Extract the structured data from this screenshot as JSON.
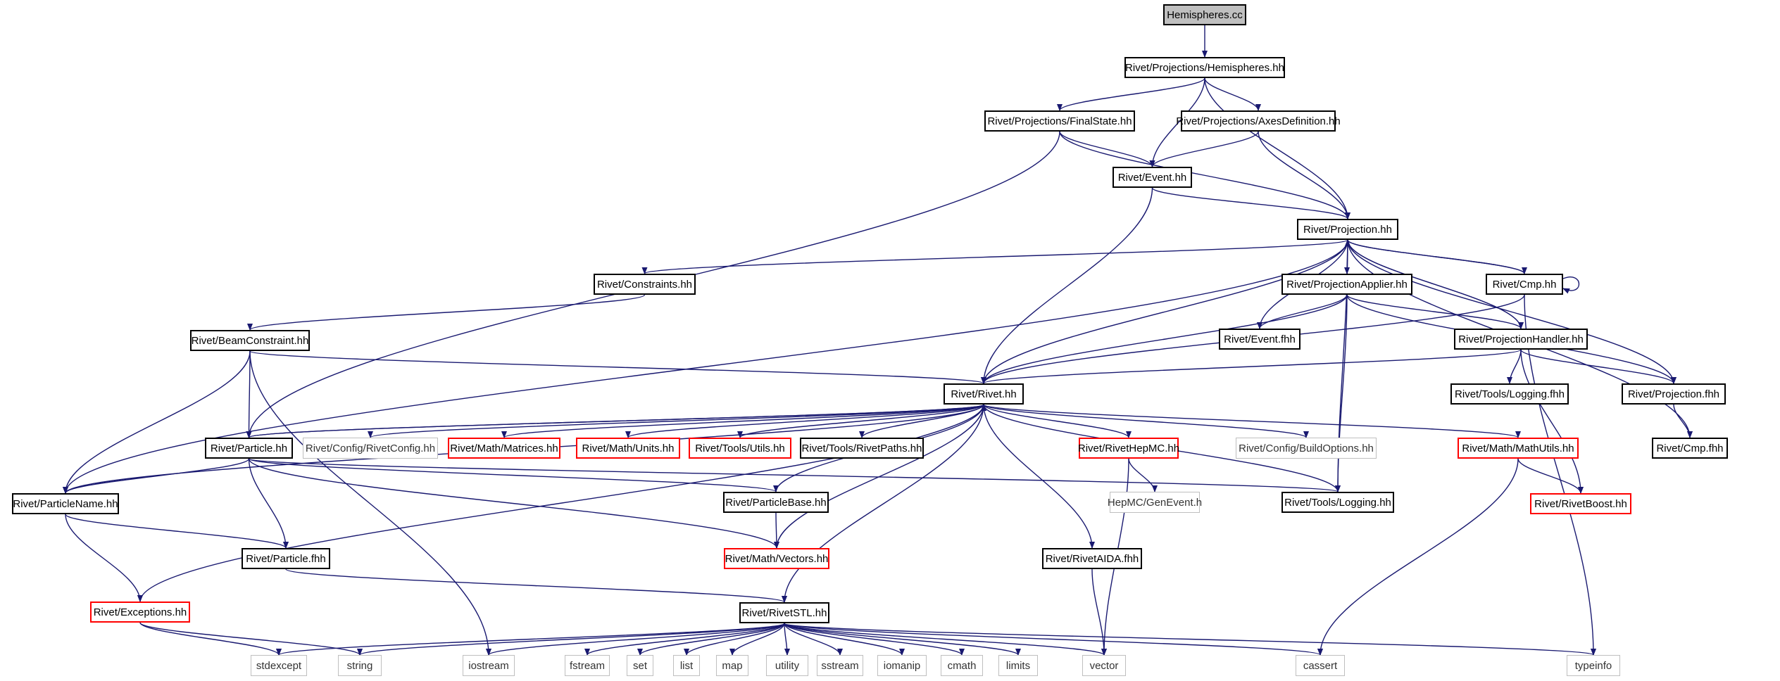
{
  "colors": {
    "edge": "#191970",
    "edge_light": "#a9a9a9",
    "node_border": "#000000",
    "node_border_red": "#ff0000",
    "node_border_gray": "#bfbfbf",
    "root_fill": "#bfbfbf"
  },
  "nodes": [
    {
      "id": "hemispheres_cc",
      "label": "Hemispheres.cc",
      "kind": "root"
    },
    {
      "id": "proj_hemispheres_hh",
      "label": "Rivet/Projections/Hemispheres.hh",
      "kind": "black"
    },
    {
      "id": "finalstate_hh",
      "label": "Rivet/Projections/FinalState.hh",
      "kind": "black"
    },
    {
      "id": "axesdef_hh",
      "label": "Rivet/Projections/AxesDefinition.hh",
      "kind": "black"
    },
    {
      "id": "event_hh",
      "label": "Rivet/Event.hh",
      "kind": "black"
    },
    {
      "id": "projection_hh",
      "label": "Rivet/Projection.hh",
      "kind": "black"
    },
    {
      "id": "constraints_hh",
      "label": "Rivet/Constraints.hh",
      "kind": "black"
    },
    {
      "id": "projapplier_hh",
      "label": "Rivet/ProjectionApplier.hh",
      "kind": "black"
    },
    {
      "id": "cmp_hh",
      "label": "Rivet/Cmp.hh",
      "kind": "black"
    },
    {
      "id": "beamconstraint_hh",
      "label": "Rivet/BeamConstraint.hh",
      "kind": "black"
    },
    {
      "id": "event_fhh",
      "label": "Rivet/Event.fhh",
      "kind": "black"
    },
    {
      "id": "projhandler_hh",
      "label": "Rivet/ProjectionHandler.hh",
      "kind": "black"
    },
    {
      "id": "rivet_hh",
      "label": "Rivet/Rivet.hh",
      "kind": "black"
    },
    {
      "id": "logging_fhh",
      "label": "Rivet/Tools/Logging.fhh",
      "kind": "black"
    },
    {
      "id": "projection_fhh",
      "label": "Rivet/Projection.fhh",
      "kind": "black"
    },
    {
      "id": "particle_hh",
      "label": "Rivet/Particle.hh",
      "kind": "black"
    },
    {
      "id": "rivetconfig_hh",
      "label": "Rivet/Config/RivetConfig.hh",
      "kind": "gray"
    },
    {
      "id": "matrices_hh",
      "label": "Rivet/Math/Matrices.hh",
      "kind": "red"
    },
    {
      "id": "units_hh",
      "label": "Rivet/Math/Units.hh",
      "kind": "red"
    },
    {
      "id": "utils_hh",
      "label": "Rivet/Tools/Utils.hh",
      "kind": "red"
    },
    {
      "id": "rivetpaths_hh",
      "label": "Rivet/Tools/RivetPaths.hh",
      "kind": "black"
    },
    {
      "id": "rivethepmc_hh",
      "label": "Rivet/RivetHepMC.hh",
      "kind": "red"
    },
    {
      "id": "buildoptions_hh",
      "label": "Rivet/Config/BuildOptions.hh",
      "kind": "gray"
    },
    {
      "id": "mathutils_hh",
      "label": "Rivet/Math/MathUtils.hh",
      "kind": "red"
    },
    {
      "id": "cmp_fhh",
      "label": "Rivet/Cmp.fhh",
      "kind": "black"
    },
    {
      "id": "particlename_hh",
      "label": "Rivet/ParticleName.hh",
      "kind": "black"
    },
    {
      "id": "particlebase_hh",
      "label": "Rivet/ParticleBase.hh",
      "kind": "black"
    },
    {
      "id": "genevent_h",
      "label": "HepMC/GenEvent.h",
      "kind": "gray"
    },
    {
      "id": "logging_hh",
      "label": "Rivet/Tools/Logging.hh",
      "kind": "black"
    },
    {
      "id": "rivetboost_hh",
      "label": "Rivet/RivetBoost.hh",
      "kind": "red"
    },
    {
      "id": "particle_fhh",
      "label": "Rivet/Particle.fhh",
      "kind": "black"
    },
    {
      "id": "vectors_hh",
      "label": "Rivet/Math/Vectors.hh",
      "kind": "red"
    },
    {
      "id": "rivetaida_fhh",
      "label": "Rivet/RivetAIDA.fhh",
      "kind": "black"
    },
    {
      "id": "exceptions_hh",
      "label": "Rivet/Exceptions.hh",
      "kind": "red"
    },
    {
      "id": "rivetstl_hh",
      "label": "Rivet/RivetSTL.hh",
      "kind": "black"
    },
    {
      "id": "stdexcept",
      "label": "stdexcept",
      "kind": "gray"
    },
    {
      "id": "string",
      "label": "string",
      "kind": "gray"
    },
    {
      "id": "iostream",
      "label": "iostream",
      "kind": "gray"
    },
    {
      "id": "fstream",
      "label": "fstream",
      "kind": "gray"
    },
    {
      "id": "set",
      "label": "set",
      "kind": "gray"
    },
    {
      "id": "list",
      "label": "list",
      "kind": "gray"
    },
    {
      "id": "map",
      "label": "map",
      "kind": "gray"
    },
    {
      "id": "utility",
      "label": "utility",
      "kind": "gray"
    },
    {
      "id": "sstream",
      "label": "sstream",
      "kind": "gray"
    },
    {
      "id": "iomanip",
      "label": "iomanip",
      "kind": "gray"
    },
    {
      "id": "cmath",
      "label": "cmath",
      "kind": "gray"
    },
    {
      "id": "limits",
      "label": "limits",
      "kind": "gray"
    },
    {
      "id": "vector",
      "label": "vector",
      "kind": "gray"
    },
    {
      "id": "cassert",
      "label": "cassert",
      "kind": "gray"
    },
    {
      "id": "typeinfo",
      "label": "typeinfo",
      "kind": "gray"
    }
  ],
  "edges": [
    [
      "hemispheres_cc",
      "proj_hemispheres_hh"
    ],
    [
      "proj_hemispheres_hh",
      "finalstate_hh"
    ],
    [
      "proj_hemispheres_hh",
      "axesdef_hh"
    ],
    [
      "proj_hemispheres_hh",
      "event_hh"
    ],
    [
      "proj_hemispheres_hh",
      "projection_hh"
    ],
    [
      "finalstate_hh",
      "event_hh"
    ],
    [
      "finalstate_hh",
      "projection_hh"
    ],
    [
      "finalstate_hh",
      "particle_hh"
    ],
    [
      "axesdef_hh",
      "event_hh"
    ],
    [
      "axesdef_hh",
      "projection_hh"
    ],
    [
      "event_hh",
      "projection_hh"
    ],
    [
      "event_hh",
      "rivet_hh"
    ],
    [
      "projection_hh",
      "constraints_hh"
    ],
    [
      "projection_hh",
      "projapplier_hh"
    ],
    [
      "projection_hh",
      "cmp_hh"
    ],
    [
      "projection_hh",
      "event_fhh"
    ],
    [
      "projection_hh",
      "projhandler_hh"
    ],
    [
      "projection_hh",
      "rivet_hh"
    ],
    [
      "projection_hh",
      "projection_fhh"
    ],
    [
      "projection_hh",
      "cmp_fhh"
    ],
    [
      "projection_hh",
      "logging_hh"
    ],
    [
      "projection_hh",
      "particlename_hh"
    ],
    [
      "constraints_hh",
      "beamconstraint_hh"
    ],
    [
      "projapplier_hh",
      "event_fhh"
    ],
    [
      "projapplier_hh",
      "projhandler_hh"
    ],
    [
      "projapplier_hh",
      "rivet_hh"
    ],
    [
      "projapplier_hh",
      "logging_hh"
    ],
    [
      "projapplier_hh",
      "projection_fhh"
    ],
    [
      "cmp_hh",
      "projection_hh"
    ],
    [
      "cmp_hh",
      "cmp_hh"
    ],
    [
      "cmp_hh",
      "rivet_hh"
    ],
    [
      "cmp_hh",
      "typeinfo"
    ],
    [
      "beamconstraint_hh",
      "rivet_hh"
    ],
    [
      "beamconstraint_hh",
      "particle_hh"
    ],
    [
      "beamconstraint_hh",
      "particlename_hh"
    ],
    [
      "beamconstraint_hh",
      "iostream"
    ],
    [
      "projhandler_hh",
      "rivet_hh"
    ],
    [
      "projhandler_hh",
      "logging_fhh"
    ],
    [
      "projhandler_hh",
      "projection_fhh"
    ],
    [
      "projhandler_hh",
      "rivetboost_hh"
    ],
    [
      "projhandler_hh",
      "projection_hh"
    ],
    [
      "projection_fhh",
      "cmp_fhh"
    ],
    [
      "rivet_hh",
      "particle_hh"
    ],
    [
      "rivet_hh",
      "rivetconfig_hh"
    ],
    [
      "rivet_hh",
      "matrices_hh"
    ],
    [
      "rivet_hh",
      "units_hh"
    ],
    [
      "rivet_hh",
      "utils_hh"
    ],
    [
      "rivet_hh",
      "rivetpaths_hh"
    ],
    [
      "rivet_hh",
      "rivethepmc_hh"
    ],
    [
      "rivet_hh",
      "buildoptions_hh"
    ],
    [
      "rivet_hh",
      "mathutils_hh"
    ],
    [
      "rivet_hh",
      "particlename_hh"
    ],
    [
      "rivet_hh",
      "exceptions_hh"
    ],
    [
      "rivet_hh",
      "vectors_hh"
    ],
    [
      "rivet_hh",
      "rivetaida_fhh"
    ],
    [
      "rivet_hh",
      "rivetstl_hh"
    ],
    [
      "particle_hh",
      "rivet_hh"
    ],
    [
      "particle_hh",
      "particlename_hh"
    ],
    [
      "particle_hh",
      "particle_fhh"
    ],
    [
      "particle_hh",
      "particlebase_hh"
    ],
    [
      "particle_hh",
      "vectors_hh"
    ],
    [
      "particle_hh",
      "logging_hh"
    ],
    [
      "particlebase_hh",
      "rivet_hh"
    ],
    [
      "particlebase_hh",
      "vectors_hh"
    ],
    [
      "logging_hh",
      "rivet_hh"
    ],
    [
      "rivethepmc_hh",
      "genevent_h"
    ],
    [
      "rivethepmc_hh",
      "vector"
    ],
    [
      "mathutils_hh",
      "rivetboost_hh"
    ],
    [
      "mathutils_hh",
      "cassert"
    ],
    [
      "particlename_hh",
      "particle_fhh"
    ],
    [
      "particlename_hh",
      "exceptions_hh"
    ],
    [
      "particle_fhh",
      "rivetstl_hh"
    ],
    [
      "rivetaida_fhh",
      "vector"
    ],
    [
      "exceptions_hh",
      "stdexcept"
    ],
    [
      "exceptions_hh",
      "string"
    ],
    [
      "rivetstl_hh",
      "stdexcept"
    ],
    [
      "rivetstl_hh",
      "string"
    ],
    [
      "rivetstl_hh",
      "iostream"
    ],
    [
      "rivetstl_hh",
      "fstream"
    ],
    [
      "rivetstl_hh",
      "set"
    ],
    [
      "rivetstl_hh",
      "list"
    ],
    [
      "rivetstl_hh",
      "map"
    ],
    [
      "rivetstl_hh",
      "utility"
    ],
    [
      "rivetstl_hh",
      "sstream"
    ],
    [
      "rivetstl_hh",
      "iomanip"
    ],
    [
      "rivetstl_hh",
      "cmath"
    ],
    [
      "rivetstl_hh",
      "limits"
    ],
    [
      "rivetstl_hh",
      "vector"
    ],
    [
      "rivetstl_hh",
      "cassert"
    ],
    [
      "rivetstl_hh",
      "typeinfo"
    ]
  ]
}
